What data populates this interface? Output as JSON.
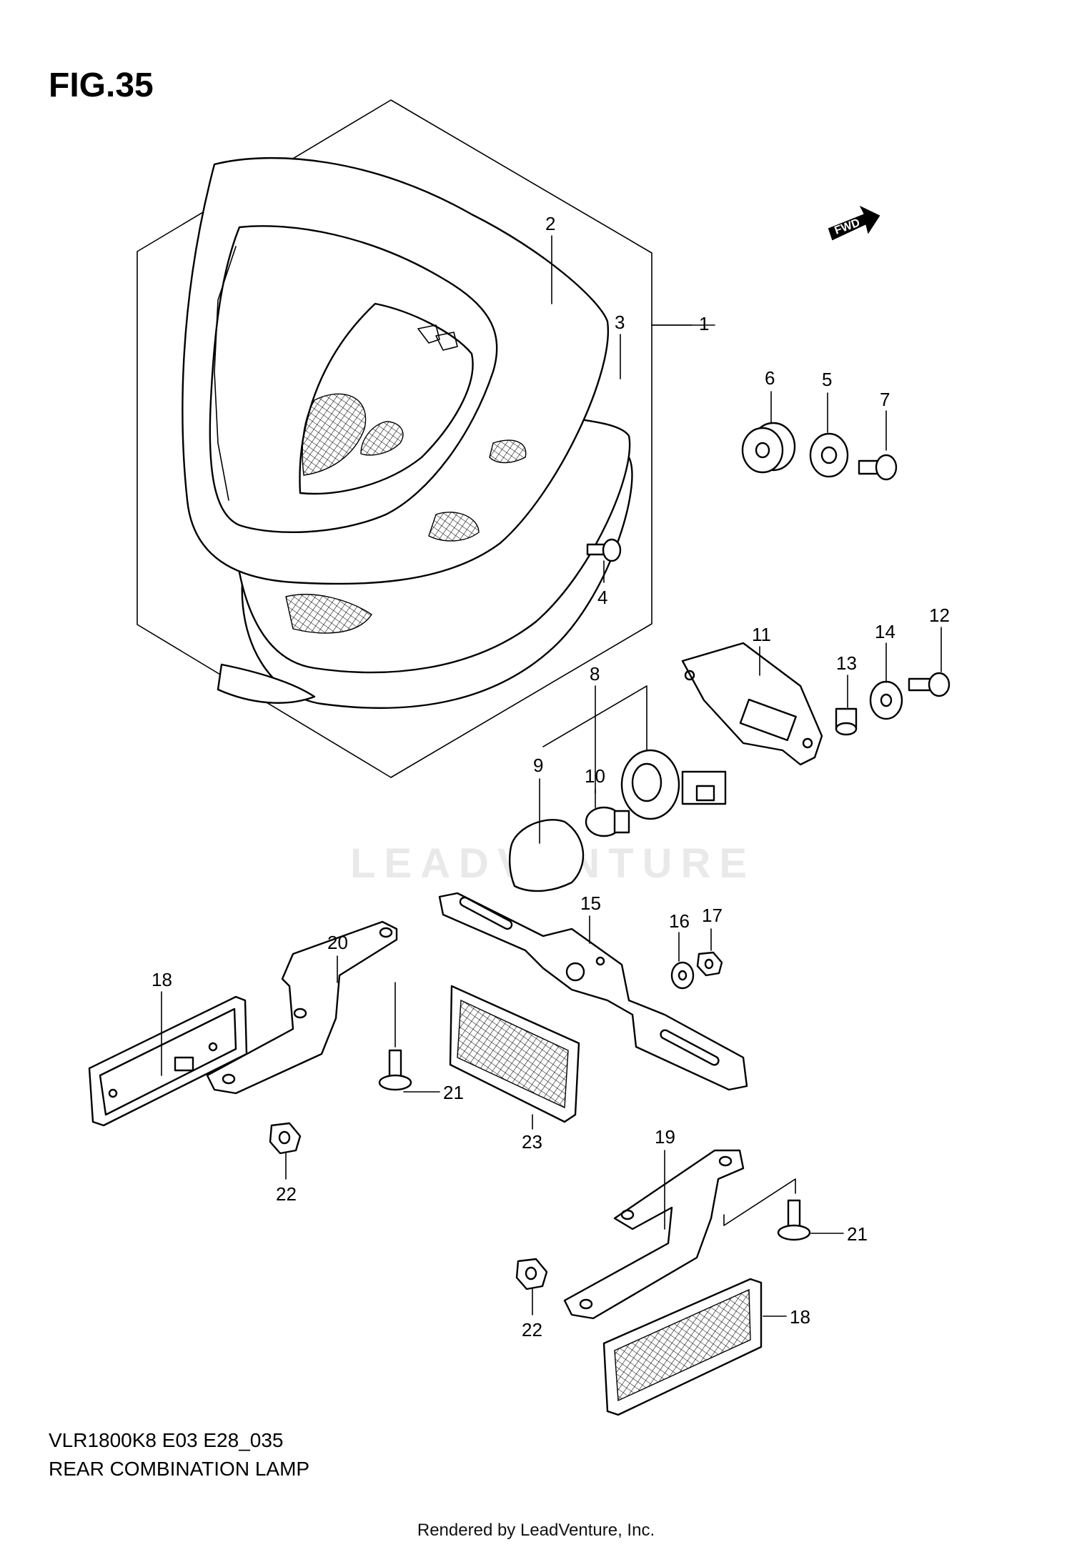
{
  "figure": {
    "title": "FIG.35",
    "model_code": "VLR1800K8 E03 E28_035",
    "caption": "REAR COMBINATION LAMP",
    "rendered_by": "Rendered by LeadVenture, Inc.",
    "watermark": "LEADVENTURE",
    "direction_marker": "FWD"
  },
  "callouts": [
    "1",
    "2",
    "3",
    "4",
    "5",
    "6",
    "7",
    "8",
    "9",
    "10",
    "11",
    "12",
    "13",
    "14",
    "15",
    "16",
    "17",
    "18",
    "19",
    "20",
    "21",
    "21",
    "22",
    "22",
    "23",
    "18"
  ]
}
